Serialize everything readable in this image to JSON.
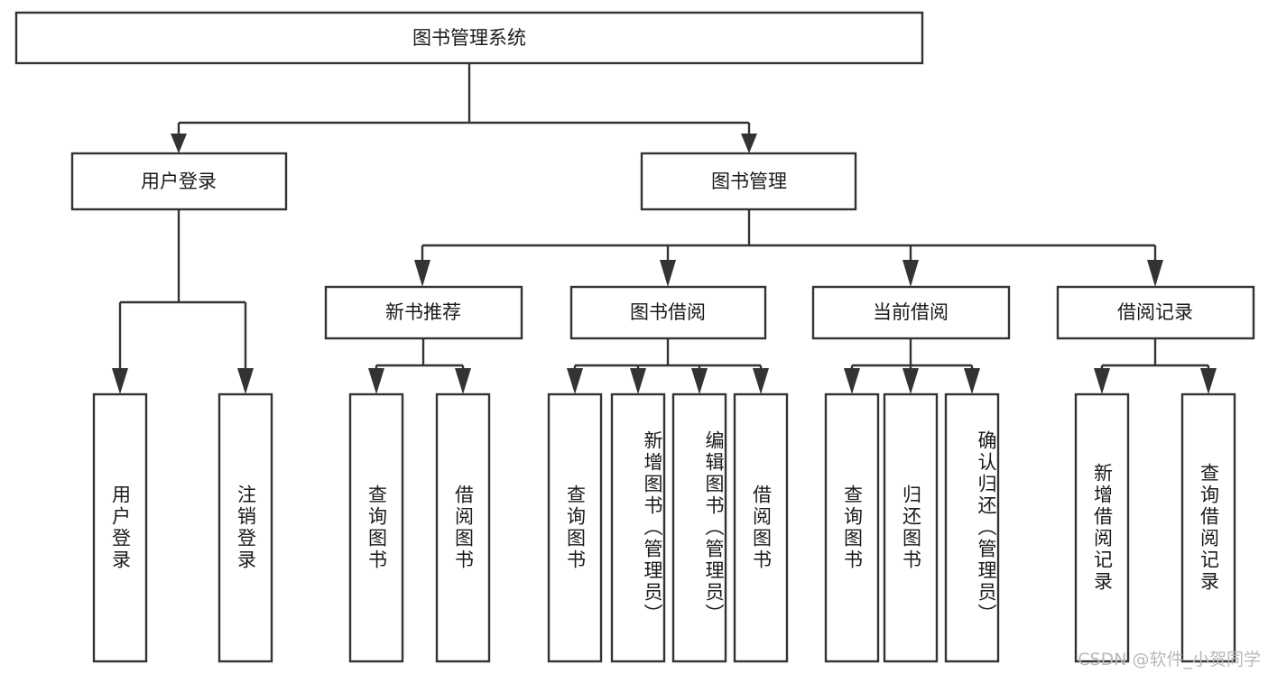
{
  "diagram": {
    "type": "tree",
    "title": "图书管理系统",
    "watermark": "CSDN @软件_小贺同学",
    "colors": {
      "box_stroke": "#333333",
      "box_fill": "#ffffff",
      "text": "#1a1a1a",
      "background": "#ffffff",
      "watermark": "#b8b8b8"
    },
    "nodes": {
      "root": "图书管理系统",
      "level2": {
        "user_login": "用户登录",
        "book_manage": "图书管理"
      },
      "level3": {
        "new_book_rec": "新书推荐",
        "book_borrow": "图书借阅",
        "current_borrow": "当前借阅",
        "borrow_record": "借阅记录"
      },
      "leaves": {
        "user_login_1": "用户登录",
        "user_login_2": "注销登录",
        "new_book_rec_1": "查询图书",
        "new_book_rec_2": "借阅图书",
        "book_borrow_1": "查询图书",
        "book_borrow_2": "新增图书（管理员）",
        "book_borrow_3": "编辑图书（管理员）",
        "book_borrow_4": "借阅图书",
        "current_borrow_1": "查询图书",
        "current_borrow_2": "归还图书",
        "current_borrow_3": "确认归还（管理员）",
        "borrow_record_1": "新增借阅记录",
        "borrow_record_2": "查询借阅记录"
      }
    }
  }
}
